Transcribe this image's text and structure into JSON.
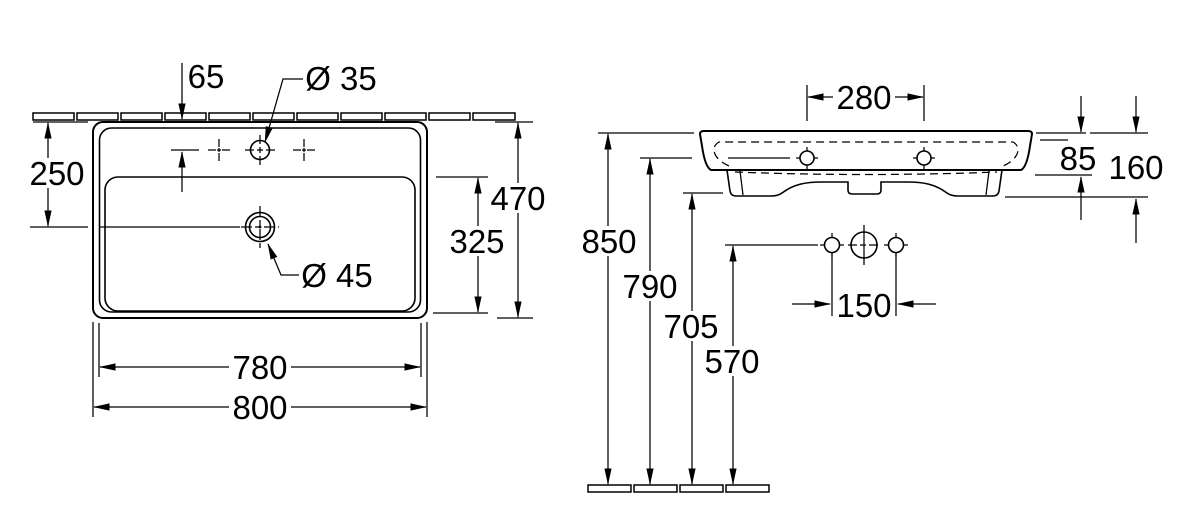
{
  "colors": {
    "line": "#000000",
    "background": "#ffffff"
  },
  "plan_view": {
    "dim_faucet_offset": "65",
    "label_faucet_hole": "Ø 35",
    "dim_drain_offset": "250",
    "dim_depth": "470",
    "dim_bowl_depth": "325",
    "label_drain_hole": "Ø 45",
    "dim_inner_width": "780",
    "dim_overall_width": "800"
  },
  "side_view": {
    "dim_hole_spacing": "280",
    "dim_rim_height": "85",
    "dim_body_height": "160",
    "dim_top_height": "850",
    "dim_hole_height": "790",
    "dim_underside_height": "705",
    "dim_wall_hole_height": "570",
    "dim_wall_hole_spacing": "150"
  }
}
